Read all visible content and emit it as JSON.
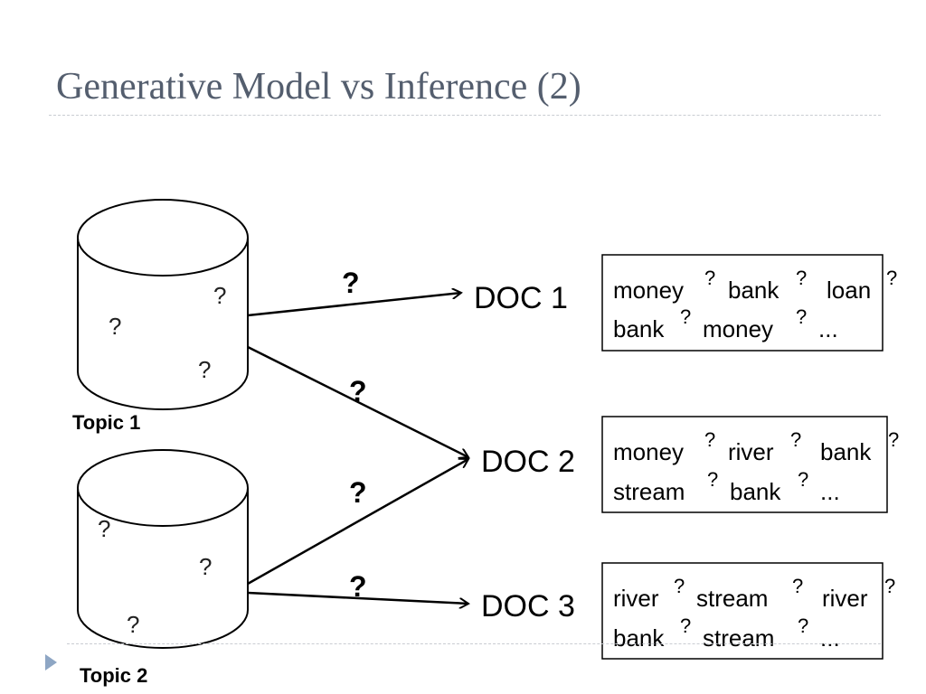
{
  "title": "Generative Model vs Inference (2)",
  "topics": [
    {
      "label": "Topic 1",
      "marks": [
        "?",
        "?",
        "?"
      ]
    },
    {
      "label": "Topic 2",
      "marks": [
        "?",
        "?",
        "?"
      ]
    }
  ],
  "edges": [
    {
      "from": "Topic 1",
      "to": "DOC 1",
      "label": "?"
    },
    {
      "from": "Topic 1",
      "to": "DOC 2",
      "label": "?"
    },
    {
      "from": "Topic 2",
      "to": "DOC 2",
      "label": "?"
    },
    {
      "from": "Topic 2",
      "to": "DOC 3",
      "label": "?"
    }
  ],
  "documents": [
    {
      "label": "DOC 1",
      "lines": [
        [
          {
            "word": "money",
            "mark": "?"
          },
          {
            "word": "bank",
            "mark": "?"
          },
          {
            "word": "loan",
            "mark": "?"
          }
        ],
        [
          {
            "word": "bank",
            "mark": "?"
          },
          {
            "word": "money",
            "mark": "?"
          },
          {
            "word": "...",
            "mark": ""
          }
        ]
      ]
    },
    {
      "label": "DOC 2",
      "lines": [
        [
          {
            "word": "money",
            "mark": "?"
          },
          {
            "word": "river",
            "mark": "?"
          },
          {
            "word": "bank",
            "mark": "?"
          }
        ],
        [
          {
            "word": "stream",
            "mark": "?"
          },
          {
            "word": "bank",
            "mark": "?"
          },
          {
            "word": "...",
            "mark": ""
          }
        ]
      ]
    },
    {
      "label": "DOC 3",
      "lines": [
        [
          {
            "word": "river",
            "mark": "?"
          },
          {
            "word": "stream",
            "mark": "?"
          },
          {
            "word": "river",
            "mark": "?"
          }
        ],
        [
          {
            "word": "bank",
            "mark": "?"
          },
          {
            "word": "stream",
            "mark": "?"
          },
          {
            "word": "...",
            "mark": ""
          }
        ]
      ]
    }
  ]
}
